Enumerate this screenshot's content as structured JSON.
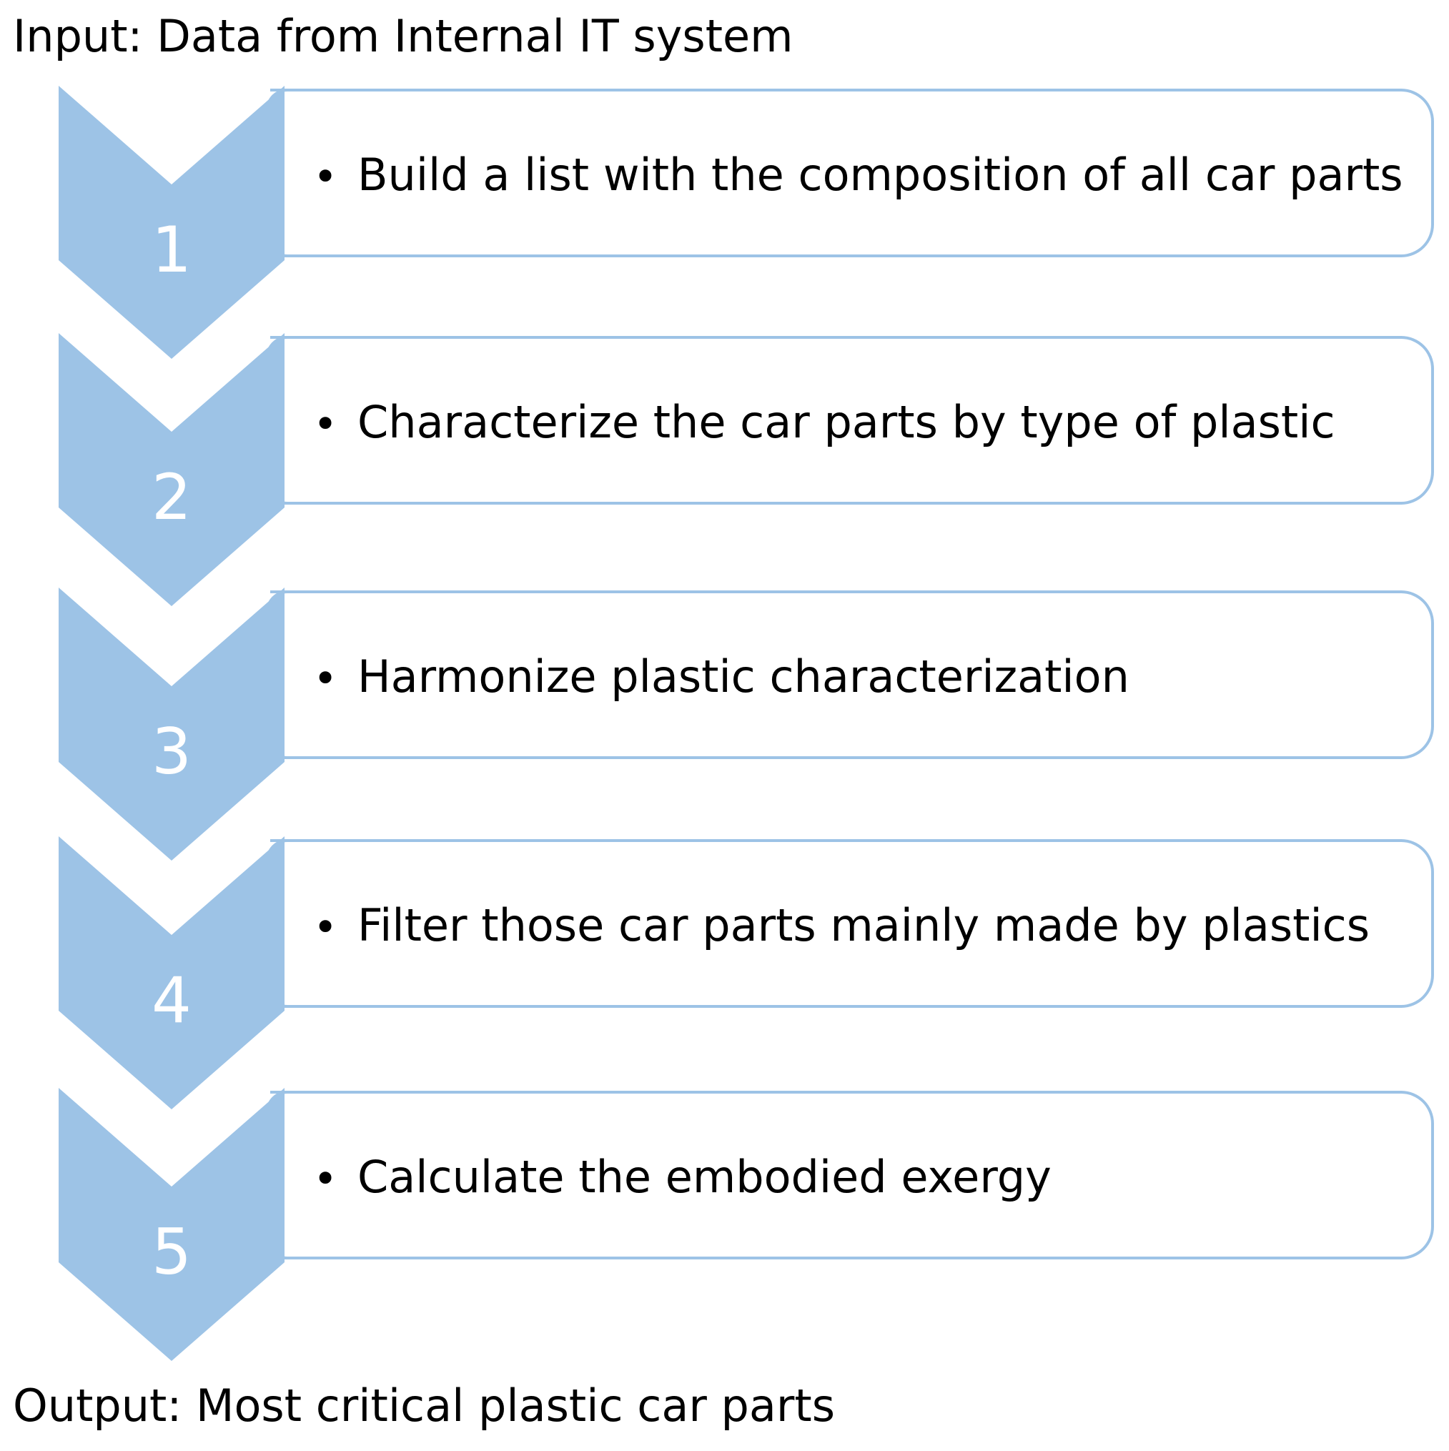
{
  "input_label": "Input: Data from Internal IT system",
  "output_label": "Output: Most critical plastic car parts",
  "steps": [
    {
      "number": "1",
      "text": "Build a list with the composition of all car parts"
    },
    {
      "number": "2",
      "text": "Characterize the car parts by type of plastic"
    },
    {
      "number": "3",
      "text": "Harmonize plastic characterization"
    },
    {
      "number": "4",
      "text": "Filter those car parts mainly made by plastics"
    },
    {
      "number": "5",
      "text": "Calculate the embodied exergy"
    }
  ],
  "colors": {
    "chevron_fill": "#9dc3e6",
    "box_border": "#9dc3e6",
    "number_text": "#ffffff"
  }
}
